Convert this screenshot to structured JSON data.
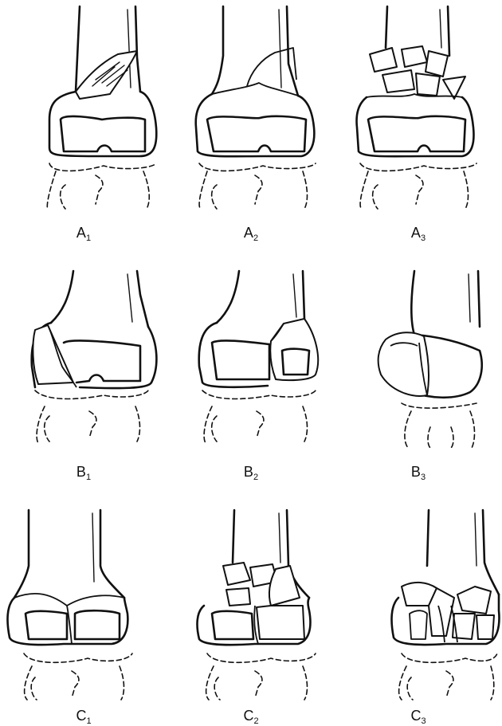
{
  "figure": {
    "panels": [
      {
        "id": "A1",
        "letter": "A",
        "sub": "1"
      },
      {
        "id": "A2",
        "letter": "A",
        "sub": "2"
      },
      {
        "id": "A3",
        "letter": "A",
        "sub": "3"
      },
      {
        "id": "B1",
        "letter": "B",
        "sub": "1"
      },
      {
        "id": "B2",
        "letter": "B",
        "sub": "2"
      },
      {
        "id": "B3",
        "letter": "B",
        "sub": "3"
      },
      {
        "id": "C1",
        "letter": "C",
        "sub": "1"
      },
      {
        "id": "C2",
        "letter": "C",
        "sub": "2"
      },
      {
        "id": "C3",
        "letter": "C",
        "sub": "3"
      }
    ]
  }
}
